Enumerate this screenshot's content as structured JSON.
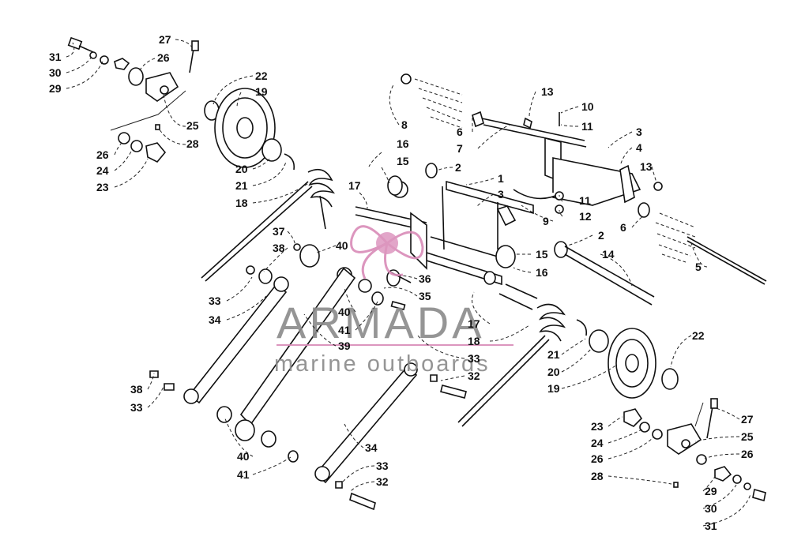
{
  "watermark": {
    "title": "ARMADA",
    "subtitle": "marine outboards",
    "accent_color": "#d98bb8",
    "text_color": "#8a8a8a"
  },
  "labels": [
    {
      "id": "l31a",
      "text": "31"
    },
    {
      "id": "l30a",
      "text": "30"
    },
    {
      "id": "l29a",
      "text": "29"
    },
    {
      "id": "l27a",
      "text": "27"
    },
    {
      "id": "l26a",
      "text": "26"
    },
    {
      "id": "l22a",
      "text": "22"
    },
    {
      "id": "l19a",
      "text": "19"
    },
    {
      "id": "l25a",
      "text": "25"
    },
    {
      "id": "l28a",
      "text": "28"
    },
    {
      "id": "l26b",
      "text": "26"
    },
    {
      "id": "l24a",
      "text": "24"
    },
    {
      "id": "l23a",
      "text": "23"
    },
    {
      "id": "l20a",
      "text": "20"
    },
    {
      "id": "l21a",
      "text": "21"
    },
    {
      "id": "l18a",
      "text": "18"
    },
    {
      "id": "l8",
      "text": "8"
    },
    {
      "id": "l16a",
      "text": "16"
    },
    {
      "id": "l15a",
      "text": "15"
    },
    {
      "id": "l17a",
      "text": "17"
    },
    {
      "id": "l2a",
      "text": "2"
    },
    {
      "id": "l1",
      "text": "1"
    },
    {
      "id": "l3a",
      "text": "3"
    },
    {
      "id": "l6a",
      "text": "6"
    },
    {
      "id": "l7",
      "text": "7"
    },
    {
      "id": "l13a",
      "text": "13"
    },
    {
      "id": "l10",
      "text": "10"
    },
    {
      "id": "l11a",
      "text": "11"
    },
    {
      "id": "l3b",
      "text": "3"
    },
    {
      "id": "l4",
      "text": "4"
    },
    {
      "id": "l13b",
      "text": "13"
    },
    {
      "id": "l11b",
      "text": "11"
    },
    {
      "id": "l12",
      "text": "12"
    },
    {
      "id": "l9",
      "text": "9"
    },
    {
      "id": "l6b",
      "text": "6"
    },
    {
      "id": "l2b",
      "text": "2"
    },
    {
      "id": "l14",
      "text": "14"
    },
    {
      "id": "l5",
      "text": "5"
    },
    {
      "id": "l15b",
      "text": "15"
    },
    {
      "id": "l16b",
      "text": "16"
    },
    {
      "id": "l37",
      "text": "37"
    },
    {
      "id": "l38a",
      "text": "38"
    },
    {
      "id": "l40a",
      "text": "40"
    },
    {
      "id": "l36",
      "text": "36"
    },
    {
      "id": "l35",
      "text": "35"
    },
    {
      "id": "l33a",
      "text": "33"
    },
    {
      "id": "l34a",
      "text": "34"
    },
    {
      "id": "l40b",
      "text": "40"
    },
    {
      "id": "l41a",
      "text": "41"
    },
    {
      "id": "l39",
      "text": "39"
    },
    {
      "id": "l17b",
      "text": "17"
    },
    {
      "id": "l18b",
      "text": "18"
    },
    {
      "id": "l21b",
      "text": "21"
    },
    {
      "id": "l20b",
      "text": "20"
    },
    {
      "id": "l19b",
      "text": "19"
    },
    {
      "id": "l22b",
      "text": "22"
    },
    {
      "id": "l33b",
      "text": "33"
    },
    {
      "id": "l32a",
      "text": "32"
    },
    {
      "id": "l38b",
      "text": "38"
    },
    {
      "id": "l33c",
      "text": "33"
    },
    {
      "id": "l40c",
      "text": "40"
    },
    {
      "id": "l41b",
      "text": "41"
    },
    {
      "id": "l34b",
      "text": "34"
    },
    {
      "id": "l33d",
      "text": "33"
    },
    {
      "id": "l32b",
      "text": "32"
    },
    {
      "id": "l23b",
      "text": "23"
    },
    {
      "id": "l24b",
      "text": "24"
    },
    {
      "id": "l26c",
      "text": "26"
    },
    {
      "id": "l27b",
      "text": "27"
    },
    {
      "id": "l25b",
      "text": "25"
    },
    {
      "id": "l26d",
      "text": "26"
    },
    {
      "id": "l28b",
      "text": "28"
    },
    {
      "id": "l29b",
      "text": "29"
    },
    {
      "id": "l30b",
      "text": "30"
    },
    {
      "id": "l31b",
      "text": "31"
    }
  ]
}
